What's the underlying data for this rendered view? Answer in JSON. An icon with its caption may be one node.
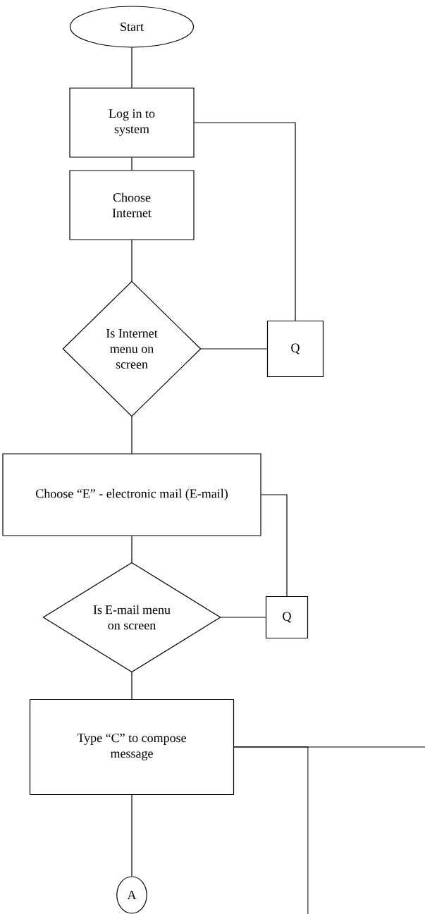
{
  "diagram": {
    "nodes": [
      {
        "text": [
          "Start"
        ]
      },
      {
        "text": [
          "Log in to system"
        ]
      },
      {
        "text": [
          "Choose Internet"
        ]
      },
      {
        "text": [
          "Is Internet menu on screen"
        ]
      },
      {
        "text": [
          "Q"
        ]
      },
      {
        "text": [
          "Choose “E” - electronic mail (E-mail)"
        ]
      },
      {
        "text": [
          "Is E-mail menu on screen"
        ]
      },
      {
        "text": [
          "Q"
        ]
      },
      {
        "text": [
          "Type “C” to compose message"
        ]
      },
      {
        "text": [
          "A"
        ]
      }
    ],
    "edges": [
      {
        "from": 0,
        "to": 1,
        "arrow": "none"
      },
      {
        "from": 1,
        "to": 2,
        "arrow": "none"
      },
      {
        "from": 1,
        "to": 4,
        "arrow": "none"
      },
      {
        "from": 2,
        "to": 3,
        "arrow": "none"
      },
      {
        "from": 3,
        "to": 4,
        "arrow": "none"
      },
      {
        "from": 3,
        "to": 5,
        "arrow": "none"
      },
      {
        "from": 5,
        "to": 7,
        "arrow": "none"
      },
      {
        "from": 5,
        "to": 6,
        "arrow": "none"
      },
      {
        "from": 6,
        "to": 7,
        "arrow": "none"
      },
      {
        "from": 6,
        "to": 8,
        "arrow": "none"
      },
      {
        "from": 8,
        "to": 9,
        "arrow": "none"
      },
      {
        "from": 8,
        "to": null,
        "arrow": "none"
      },
      {
        "from": 8,
        "to": null,
        "arrow": "none"
      }
    ]
  }
}
